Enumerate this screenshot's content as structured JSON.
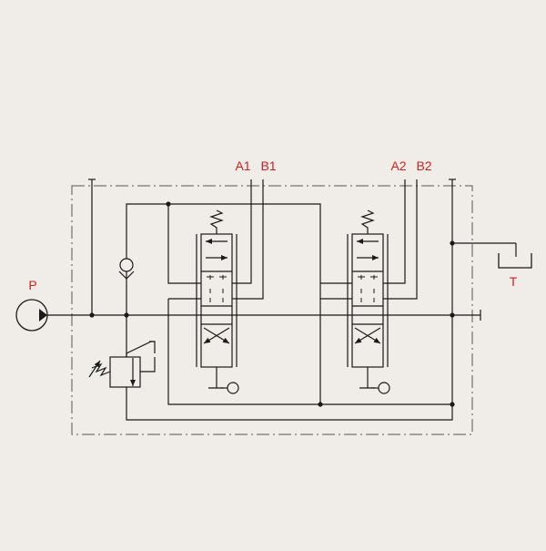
{
  "diagram": {
    "type": "hydraulic-schematic",
    "colors": {
      "background": "#f0ede9",
      "line": "#1a1a1a",
      "label": "#d01f1f"
    },
    "labels": {
      "pump": "P",
      "tank": "T",
      "valve1_a": "A1",
      "valve1_b": "B1",
      "valve2_a": "A2",
      "valve2_b": "B2"
    },
    "components": [
      {
        "name": "pump",
        "icon": "pump-symbol"
      },
      {
        "name": "tank",
        "icon": "tank-symbol"
      },
      {
        "name": "check-valve",
        "icon": "check-valve-symbol"
      },
      {
        "name": "relief-valve",
        "icon": "relief-valve-symbol"
      },
      {
        "name": "directional-valve-1",
        "icon": "spool-valve-symbol"
      },
      {
        "name": "directional-valve-2",
        "icon": "spool-valve-symbol"
      }
    ]
  }
}
